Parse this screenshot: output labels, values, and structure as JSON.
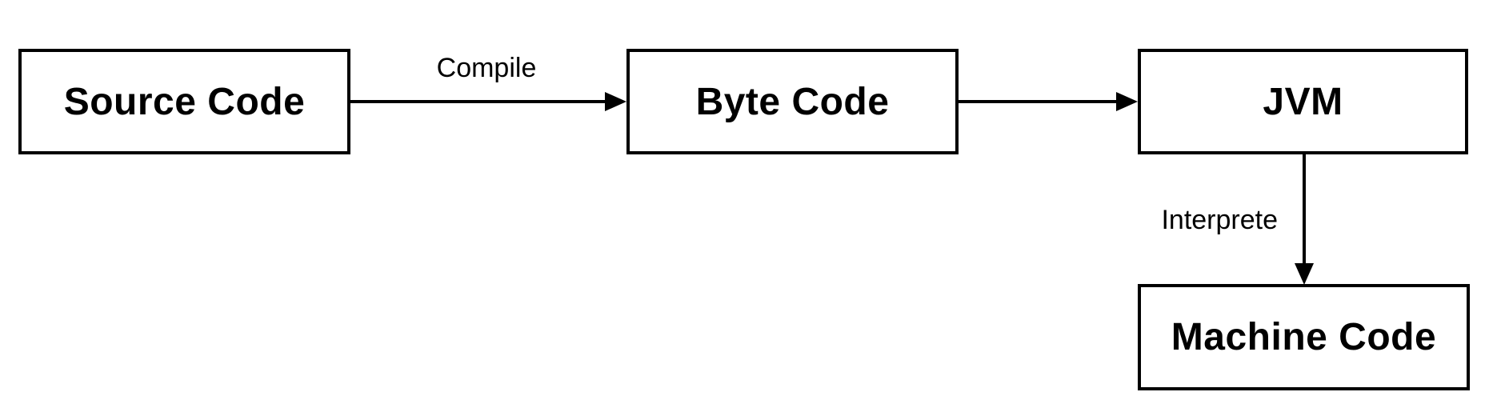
{
  "diagram": {
    "nodes": {
      "source_code": {
        "label": "Source Code"
      },
      "byte_code": {
        "label": "Byte Code"
      },
      "jvm": {
        "label": "JVM"
      },
      "machine_code": {
        "label": "Machine Code"
      }
    },
    "edges": {
      "compile": {
        "label": "Compile",
        "from": "source_code",
        "to": "byte_code"
      },
      "bytecode_to_jvm": {
        "from": "byte_code",
        "to": "jvm"
      },
      "interprete": {
        "label": "Interprete",
        "from": "jvm",
        "to": "machine_code"
      }
    },
    "colors": {
      "stroke": "#000000",
      "text": "#000000",
      "node_fill": "#ffffff",
      "background": "#ffffff"
    }
  }
}
